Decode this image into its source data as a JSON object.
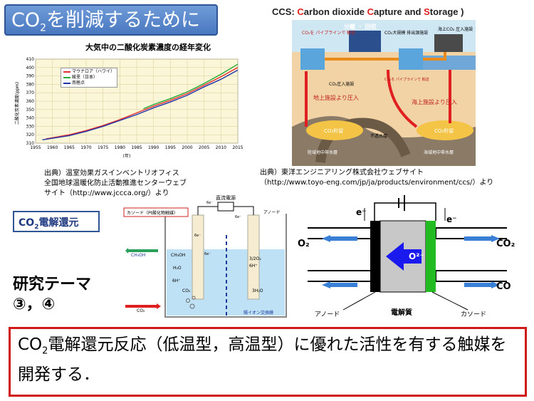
{
  "title": {
    "prefix": "CO",
    "sub": "2",
    "suffix": "を削減するために"
  },
  "ccs": {
    "label_prefix": "CCS: ",
    "c1": "C",
    "t1": "arbon dioxide ",
    "c2": "C",
    "t2": "apture and ",
    "c3": "S",
    "t3": "torage )"
  },
  "chart": {
    "title": "大気中の二酸化炭素濃度の経年変化",
    "ylabel": "二酸化炭素濃度(ppm)",
    "xunit": "(年)",
    "legend": [
      "マウナロア（ハワイ）",
      "綾里（日本）",
      "南極点"
    ],
    "colors": {
      "red": "#e03030",
      "green": "#22aa33",
      "blue": "#2233aa"
    }
  },
  "chart_data": {
    "type": "line",
    "title": "大気中の二酸化炭素濃度の経年変化",
    "xlabel": "(年)",
    "ylabel": "二酸化炭素濃度(ppm)",
    "xlim": [
      1955,
      2015
    ],
    "ylim": [
      310,
      410
    ],
    "xticks": [
      1955,
      1960,
      1965,
      1970,
      1975,
      1980,
      1985,
      1990,
      1995,
      2000,
      2005,
      2010,
      2015
    ],
    "yticks": [
      310,
      320,
      330,
      340,
      350,
      360,
      370,
      380,
      390,
      400,
      410
    ],
    "series": [
      {
        "name": "マウナロア（ハワイ）",
        "x": [
          1958,
          1965,
          1970,
          1975,
          1980,
          1985,
          1990,
          1995,
          2000,
          2005,
          2010,
          2015
        ],
        "y": [
          315,
          320,
          325,
          331,
          338,
          346,
          354,
          361,
          369,
          379,
          389,
          400
        ]
      },
      {
        "name": "綾里（日本）",
        "x": [
          1987,
          1990,
          1995,
          2000,
          2005,
          2010,
          2015
        ],
        "y": [
          351,
          356,
          363,
          371,
          381,
          392,
          404
        ]
      },
      {
        "name": "南極点",
        "x": [
          1957,
          1965,
          1970,
          1975,
          1980,
          1985,
          1990,
          1995,
          2000,
          2005,
          2010,
          2015
        ],
        "y": [
          314,
          319,
          324,
          330,
          337,
          344,
          352,
          359,
          367,
          377,
          386,
          397
        ]
      }
    ],
    "grid": true,
    "legend_position": "top-left"
  },
  "source1": [
    "出典）温室効果ガスインベントリオフィス",
    "全国地球温暖化防止活動推進センターウェブ",
    "サイト（http://www.jccca.org/）より"
  ],
  "source2": [
    "出典）東洋エンジニアリング株式会社ウェブサイト",
    "（http://www.toyo-eng.com/jp/ja/products/environment/ccs/）より"
  ],
  "ccs_diagram": {
    "pipeline": "CO₂を パイプラインで 輸送",
    "separate": "分離 ・ 回収",
    "large_source": "CO₂大規模 排出源施設",
    "offshore": "海上CO₂ 圧入施設",
    "injection": "CO₂圧入施設",
    "pipeline2": "CO₂を パイプラインで 輸送",
    "ground": "地上施設より圧入",
    "sea": "海上施設より圧入",
    "storage1": "CO₂貯留",
    "storage2": "CO₂貯留",
    "impermeable": "不透水層",
    "land_aquifer": "陸域地中帯水層",
    "sea_aquifer": "海域地中帯水層"
  },
  "co2_electrolysis": {
    "prefix": "CO",
    "sub": "2",
    "suffix": "電解還元"
  },
  "cell": {
    "dc": "直流電源",
    "cathode": "カソード（Pt酸化物触媒）",
    "anode": "アノード",
    "membrane": "陽イオン交換膜",
    "e1": "6e⁻",
    "e2": "6e⁻",
    "e3": "6e⁻",
    "e4": "6e⁻",
    "ch3oh_out": "CH₃OH",
    "ch3oh": "CH₃OH",
    "h2o": "H₂O",
    "h6": "6H⁺",
    "co2": "CO₂",
    "o2": "3/2O₂",
    "h6b": "6H⁺",
    "h2o_b": "3H₂O",
    "co2_in": "CO₂"
  },
  "research": [
    "研究テーマ",
    "③，④"
  ],
  "soec": {
    "e_left": "e⁻",
    "e_right": "e⁻",
    "o2": "O₂",
    "co2": "CO₂",
    "co": "CO",
    "ion": "O²⁻",
    "anode": "アノード",
    "electrolyte": "電解質",
    "cathode": "カソード"
  },
  "bottom": {
    "prefix": "CO",
    "sub": "2",
    "suffix": "電解還元反応（低温型，高温型）に優れた活性を有する触媒を開発する．"
  }
}
